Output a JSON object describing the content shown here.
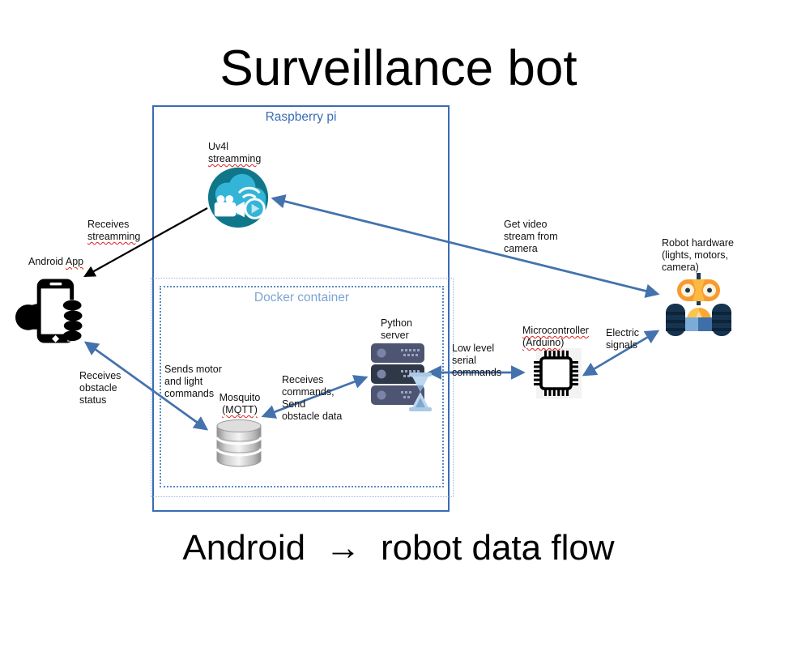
{
  "title": "Surveillance bot",
  "caption": "Android  →  robot data flow",
  "containers": {
    "raspberry_pi": "Raspberry pi",
    "docker": "Docker container"
  },
  "nodes": {
    "uv4l_line1": "Uv4l",
    "uv4l_line2": "streamming",
    "android_word1": "Android ",
    "android_word2": "App",
    "robot": "Robot hardware\n(lights, motors,\ncamera)",
    "python_server": "Python\nserver",
    "mosquito_line1": "Mosquito",
    "mosquito_line2": "(MQTT)",
    "micro_line1": "Microcontroller",
    "micro_line2": "(Arduino)"
  },
  "edges": {
    "receives_streaming_line1": "Receives",
    "receives_streaming_line2": "streamming",
    "get_video": "Get video\nstream from\ncamera",
    "receives_obstacle": "Receives\nobstacle\nstatus",
    "sends_motor": "Sends motor\nand light\ncommands",
    "receives_commands": "Receives\ncommands,\nSend\nobstacle data",
    "low_level": "Low level\nserial\n commands",
    "electric": "Electric\nsignals"
  },
  "icons": {
    "stream": "cloud-stream-icon",
    "android": "hand-holding-phone-icon",
    "robot": "robot-icon",
    "server": "server-rack-hourglass-icon",
    "database": "database-cylinder-icon",
    "chip": "microchip-icon"
  },
  "colors": {
    "box_border": "#3a6cb5",
    "raspberry_label": "#3a6cb5",
    "docker_label": "#7ca4d4",
    "arrow_blue": "#4472ad",
    "arrow_black": "#000000",
    "spellcheck_red": "#e02020",
    "teal_dark": "#10768a",
    "teal_light": "#33b5d8"
  }
}
